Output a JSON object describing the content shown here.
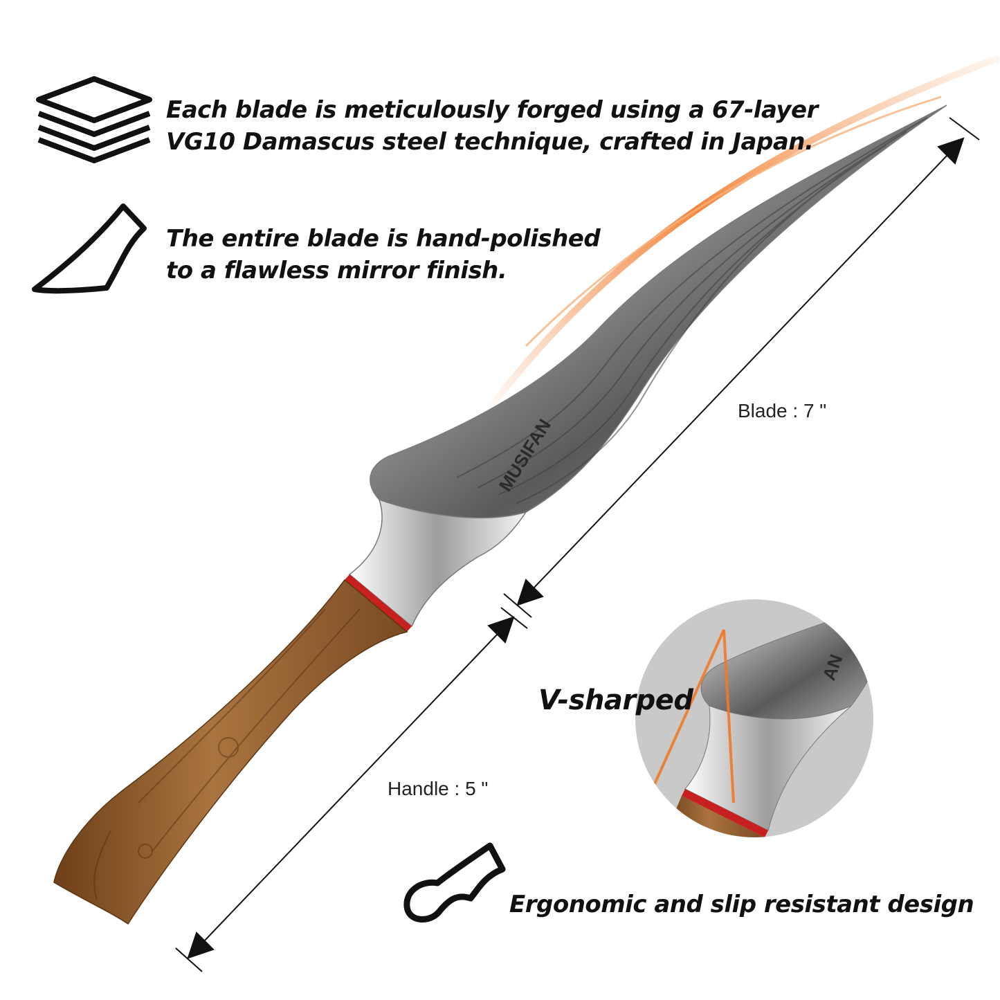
{
  "features": {
    "layers": {
      "line1": "Each blade is meticulously forged using a 67-layer",
      "line2": "VG10 Damascus steel technique, crafted in Japan.",
      "icon": "layers-icon"
    },
    "polish": {
      "line1": "The entire blade is hand-polished",
      "line2": "to a flawless mirror finish.",
      "icon": "blade-outline-icon"
    },
    "vsharp": {
      "label": "V-sharped"
    },
    "ergonomic": {
      "label": "Ergonomic and slip resistant design",
      "icon": "handle-outline-icon"
    }
  },
  "dimensions": {
    "blade": "Blade : 7 \"",
    "handle": "Handle : 5 \""
  },
  "knife": {
    "brand": "MUSIFAN",
    "zoom_brand": "AN"
  },
  "colors": {
    "text": "#111111",
    "accent_glow": "#f07a2a",
    "handle_wood": "#8b5a2b",
    "bolster_ring": "#c8201e",
    "zoom_bg": "#c9c9c9"
  }
}
